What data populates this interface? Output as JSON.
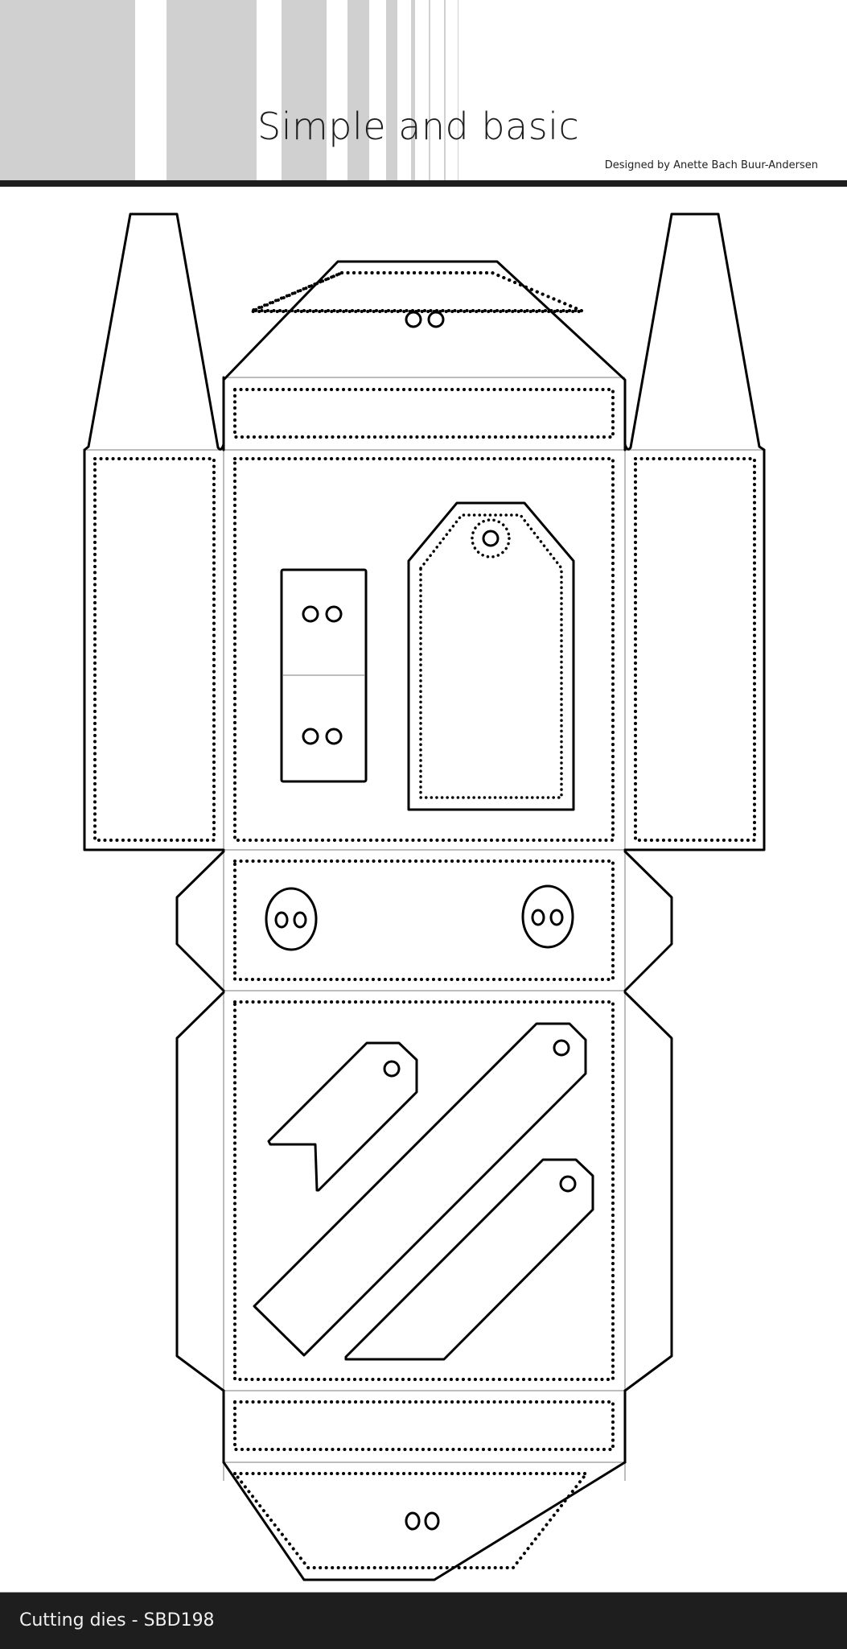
{
  "header": {
    "title": "Simple and basic",
    "byline": "Designed by Anette Bach Buur-Andersen",
    "stripe_color": "#d0d0d0",
    "bar_color": "#1e1e1e"
  },
  "footer": {
    "label": "Cutting dies - SBD198",
    "background": "#1e1e1e",
    "text_color": "#f0f0f0"
  },
  "product": {
    "name": "Simple and basic",
    "type": "Cutting dies",
    "code": "SBD198",
    "designer": "Anette Bach Buur-Andersen"
  },
  "die_template": {
    "description": "Box template die with tags and side tabs",
    "elements": [
      {
        "name": "top-flap",
        "holes": 2
      },
      {
        "name": "top-panel"
      },
      {
        "name": "left-tall-tab"
      },
      {
        "name": "right-tall-tab"
      },
      {
        "name": "left-side-panel"
      },
      {
        "name": "right-side-panel"
      },
      {
        "name": "front-panel",
        "contains": [
          "double-tag-strip",
          "stitched-tag"
        ]
      },
      {
        "name": "middle-panel",
        "contains": [
          "button-left",
          "button-right"
        ]
      },
      {
        "name": "back-panel",
        "contains": [
          "banner-tag",
          "long-tag",
          "slanted-tag"
        ]
      },
      {
        "name": "bottom-panel"
      },
      {
        "name": "bottom-flap",
        "holes": 2
      }
    ]
  }
}
